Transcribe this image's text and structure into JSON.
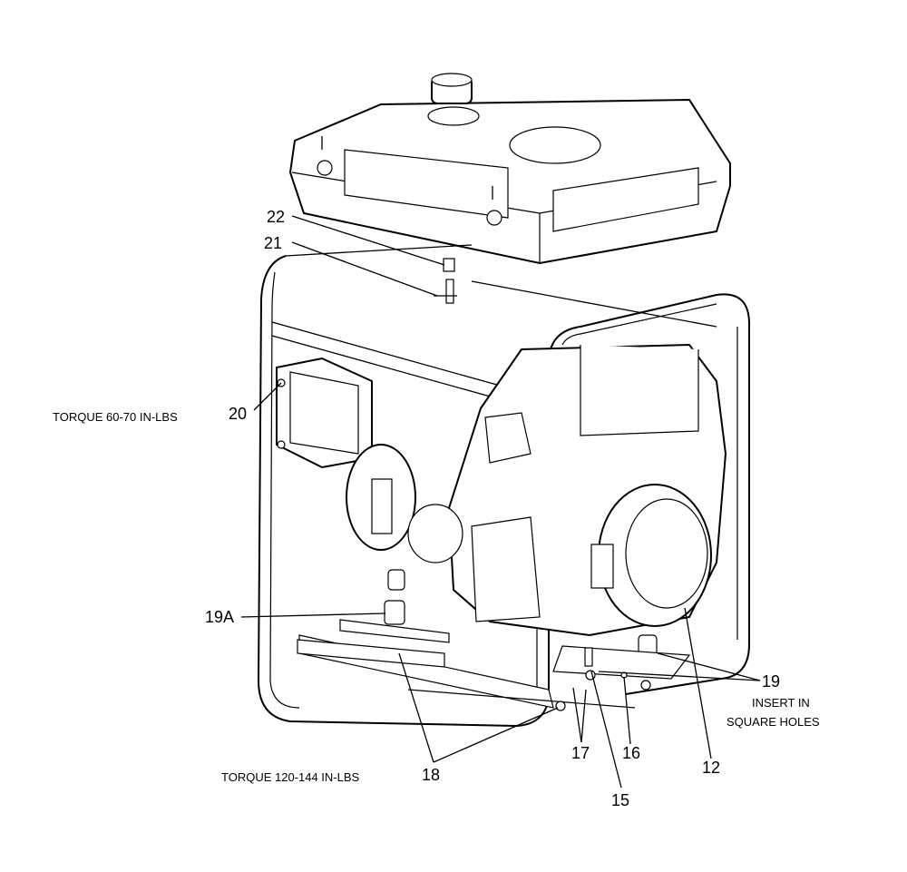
{
  "callouts": {
    "c22": "22",
    "c21": "21",
    "c20": "20",
    "c19a": "19A",
    "c19": "19",
    "c18": "18",
    "c17": "17",
    "c16": "16",
    "c15": "15",
    "c12": "12"
  },
  "notes": {
    "torque_60_70": "TORQUE 60-70 IN-LBS",
    "torque_120_144": "TORQUE 120-144 IN-LBS",
    "insert_line1": "INSERT IN",
    "insert_line2": "SQUARE HOLES"
  }
}
